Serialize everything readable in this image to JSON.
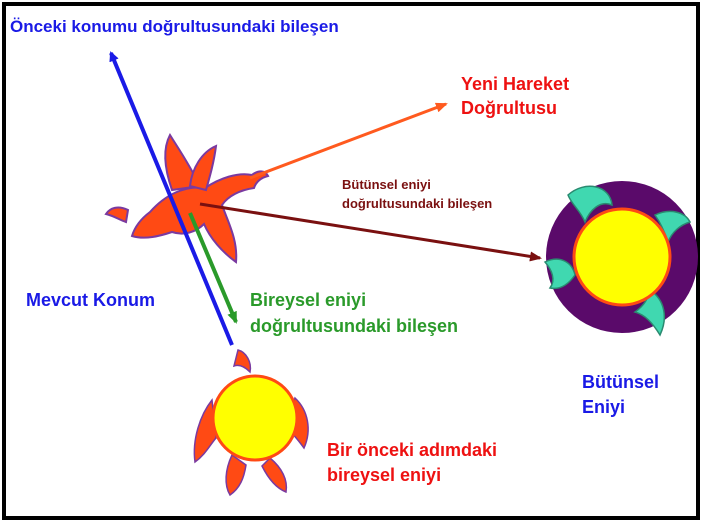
{
  "labels": {
    "previous_direction_component": "Önceki konumu doğrultusundaki bileşen",
    "new_direction_line1": "Yeni Hareket",
    "new_direction_line2": "Doğrultusu",
    "global_best_component_line1": "Bütünsel eniyi",
    "global_best_component_line2": "doğrultusundaki bileşen",
    "current_position": "Mevcut Konum",
    "personal_best_component_line1": "Bireysel eniyi",
    "personal_best_component_line2": "doğrultusundaki bileşen",
    "global_best_line1": "Bütünsel",
    "global_best_line2": "Eniyi",
    "prev_personal_best_line1": "Bir önceki adımdaki",
    "prev_personal_best_line2": "bireysel eniyi"
  },
  "colors": {
    "blue": "#1a1ae6",
    "orange_red": "#ff5a1f",
    "dark_red": "#7a1010",
    "green": "#2a9a2a",
    "red_text": "#ee1111",
    "bird_fill": "#ff4a14",
    "bird_outline": "#7a3aa0",
    "sun_fill": "#ffff00",
    "sun_outline": "#ff4a14",
    "purple_ring": "#5a0a6a",
    "teal": "#40d8b0"
  }
}
